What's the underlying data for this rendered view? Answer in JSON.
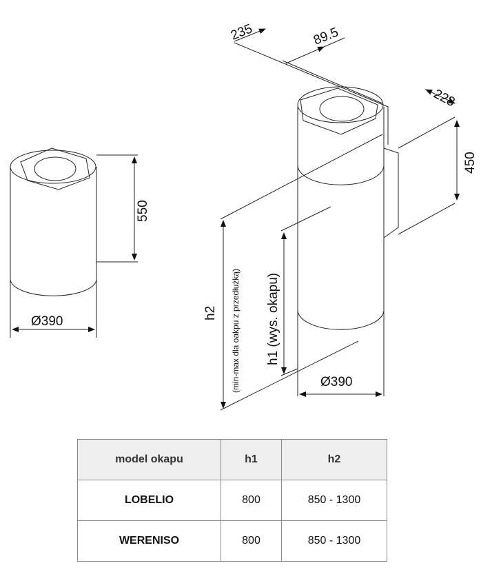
{
  "left_drawing": {
    "height_dim": "550",
    "diameter_dim": "Ø390"
  },
  "right_drawing": {
    "dim_235": "235",
    "dim_89_5": "89.5",
    "dim_228": "228",
    "dim_450": "450",
    "diameter_dim": "Ø390",
    "h2_label": "h2",
    "h2_note": "(min-max dla oakpu z przedłużką)",
    "h1_label": "h1 (wys. okapu)"
  },
  "table": {
    "headers": [
      "model okapu",
      "h1",
      "h2"
    ],
    "rows": [
      {
        "model": "LOBELIO",
        "h1": "800",
        "h2": "850 - 1300"
      },
      {
        "model": "WERENISO",
        "h1": "800",
        "h2": "850 - 1300"
      }
    ]
  }
}
